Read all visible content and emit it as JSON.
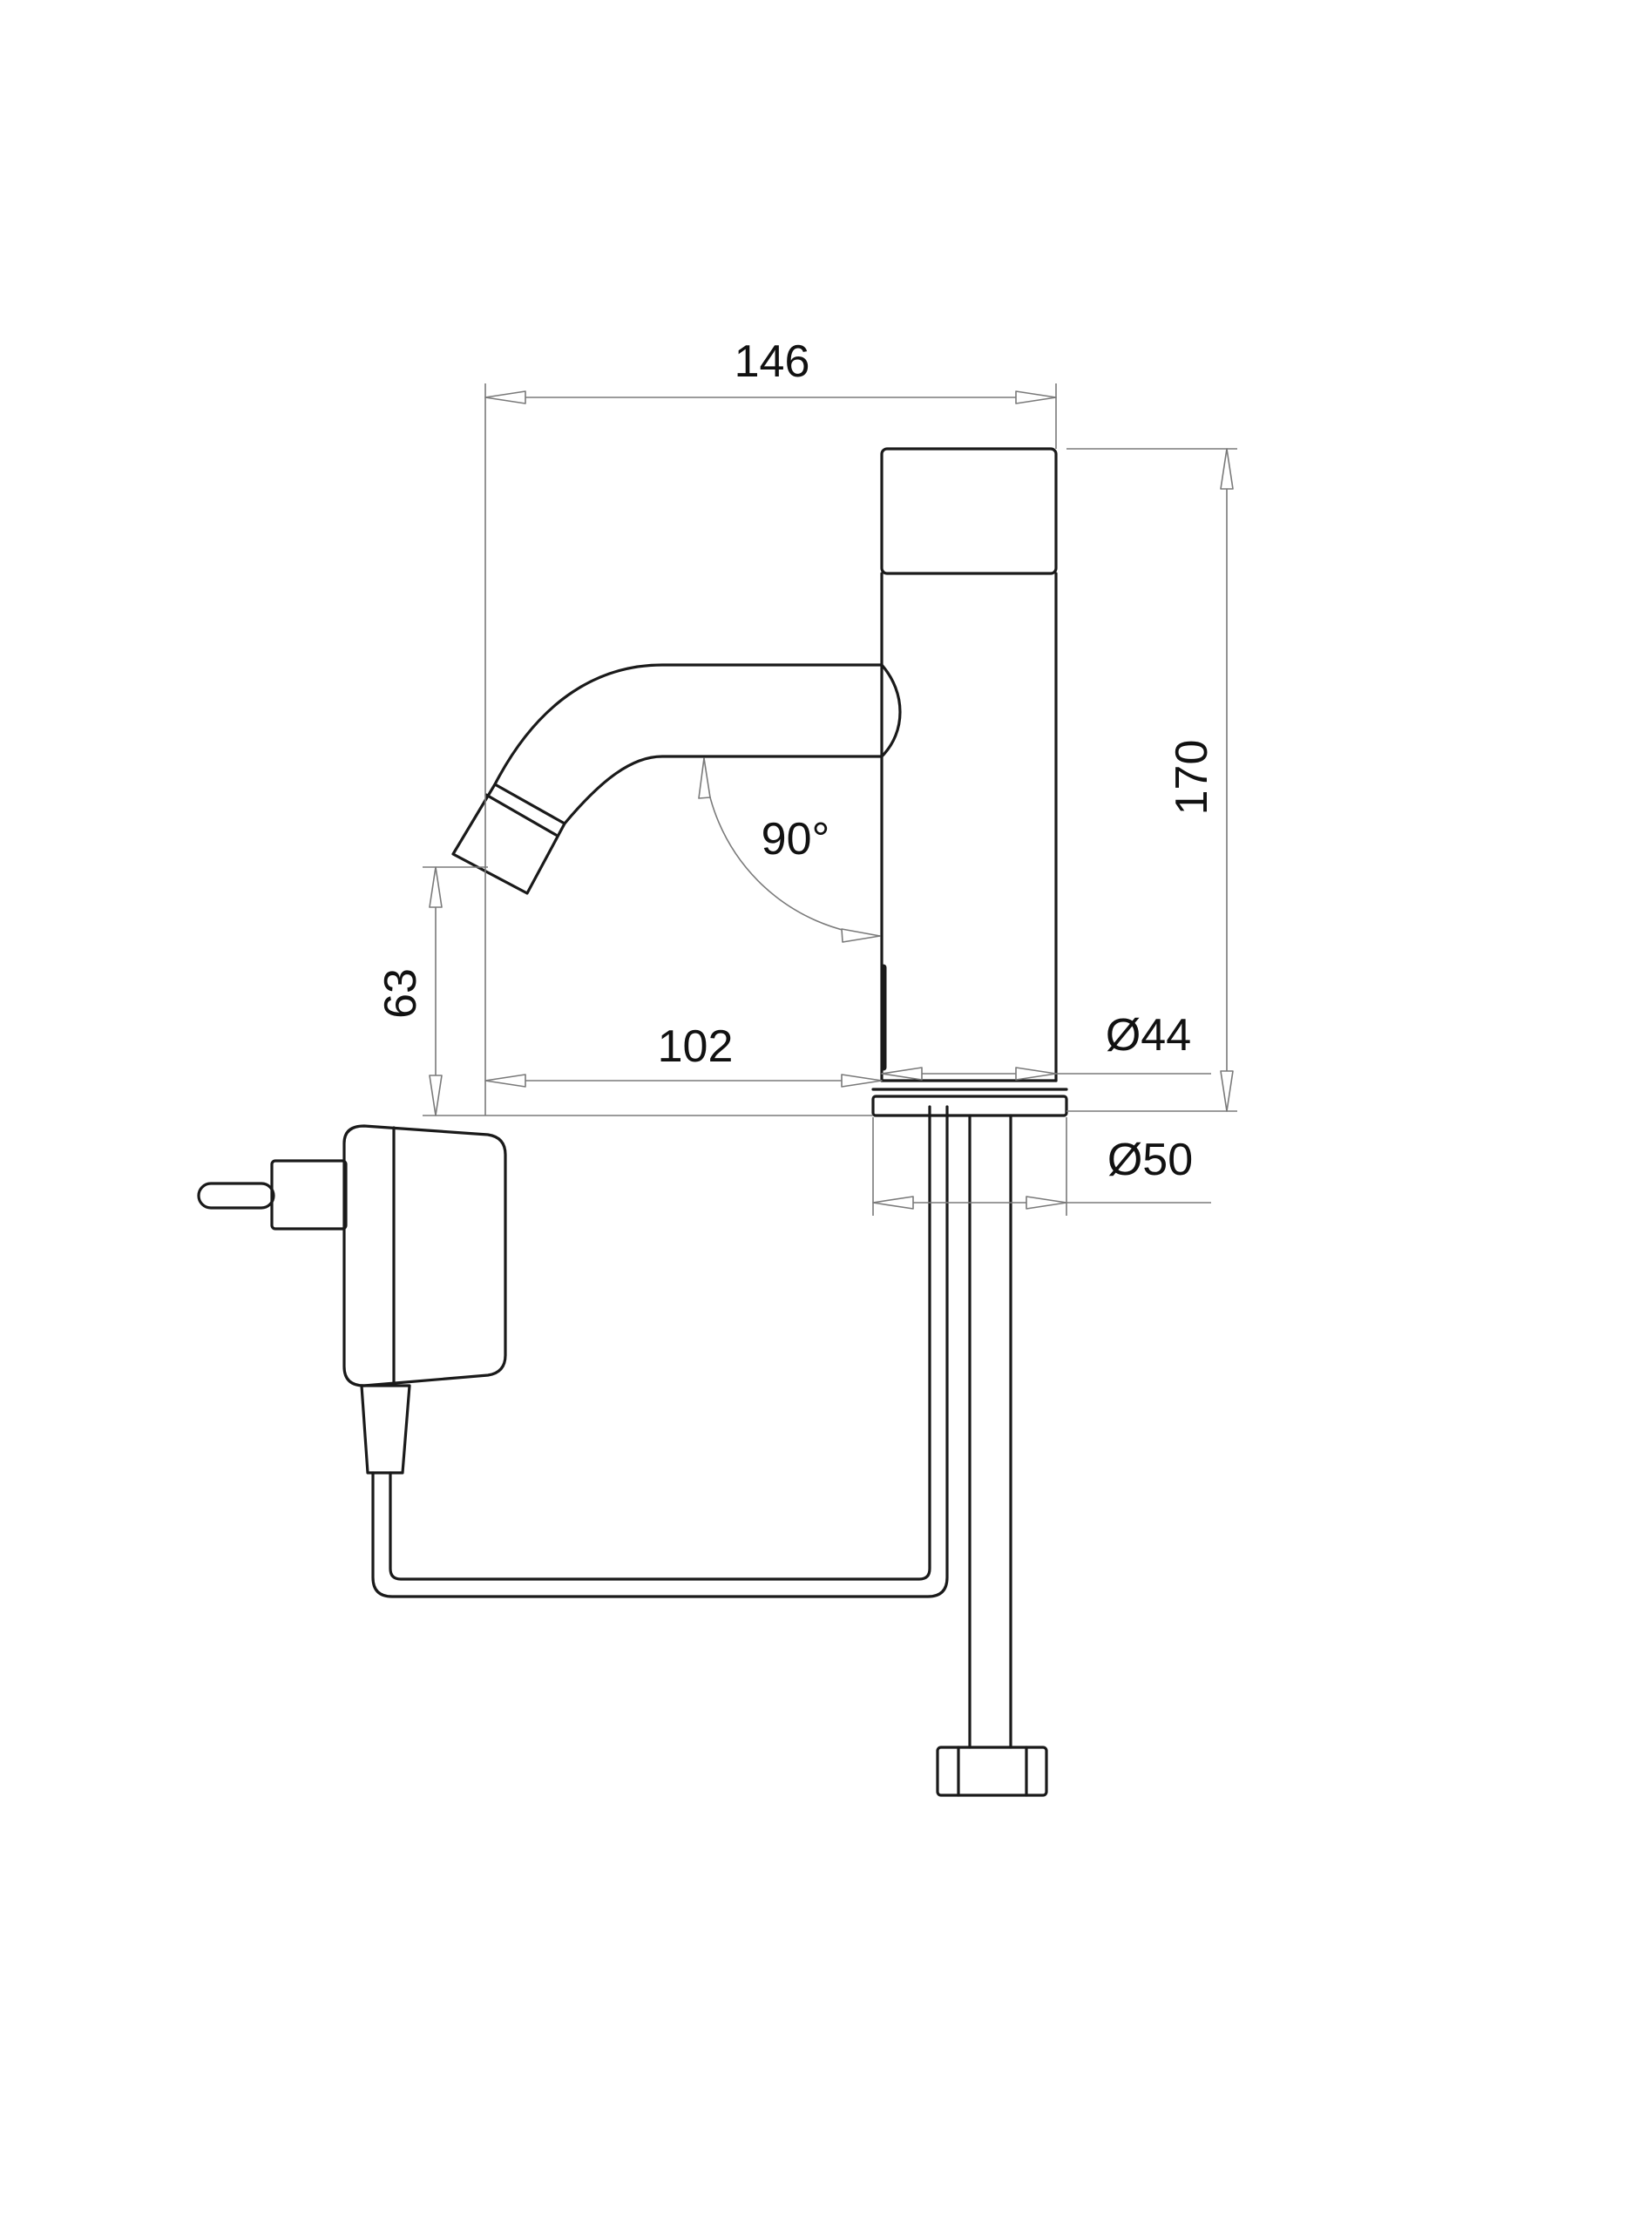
{
  "diagram": {
    "dimensions": {
      "overall_width": "146",
      "height": "170",
      "spout_angle": "90°",
      "spout_height": "63",
      "spout_reach": "102",
      "body_diameter": "Ø44",
      "base_diameter": "Ø50"
    },
    "colors": {
      "outline": "#1a1a1a",
      "dimension_line": "#7a7a7a",
      "background": "#ffffff"
    }
  }
}
